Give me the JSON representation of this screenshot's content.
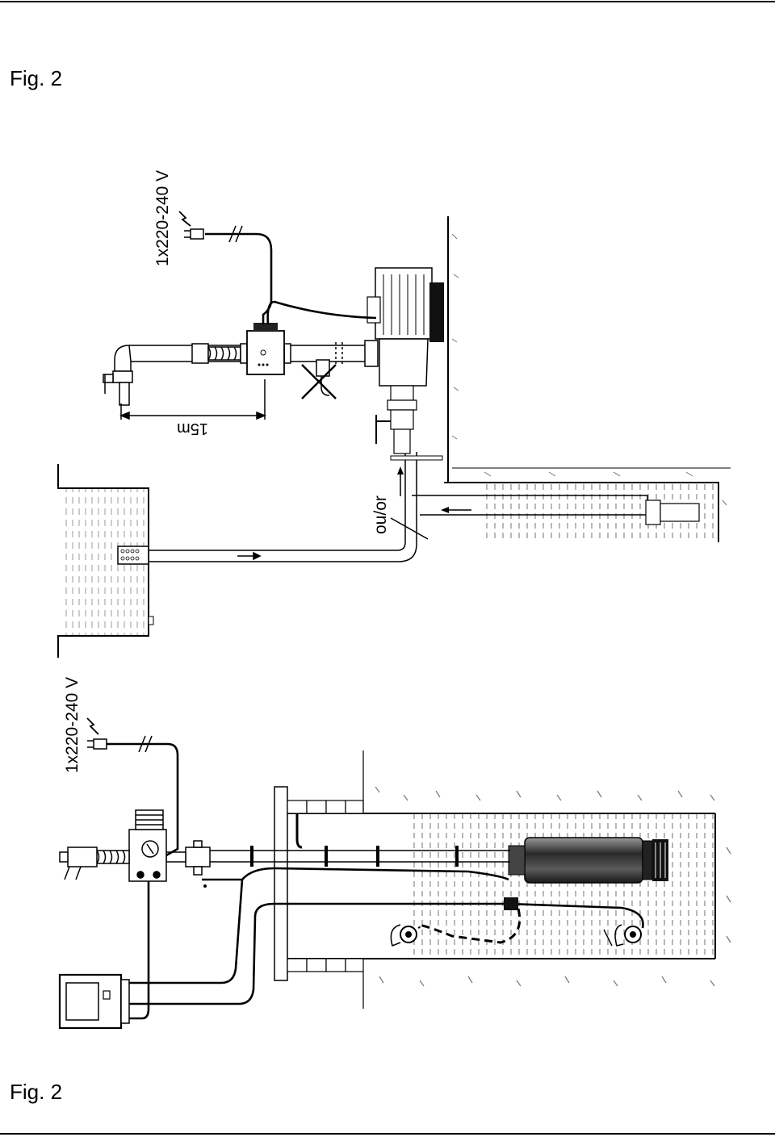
{
  "labels": {
    "figure_top": "Fig. 2",
    "figure_bottom": "Fig. 2",
    "voltage_top": "1x220-240 V",
    "voltage_bottom": "1x220-240 V",
    "distance": "15m",
    "alternative": "ou/or"
  },
  "colors": {
    "line": "#000000",
    "water_hatch": "#9a9a9a",
    "pump_body": "#3a3a3a"
  }
}
